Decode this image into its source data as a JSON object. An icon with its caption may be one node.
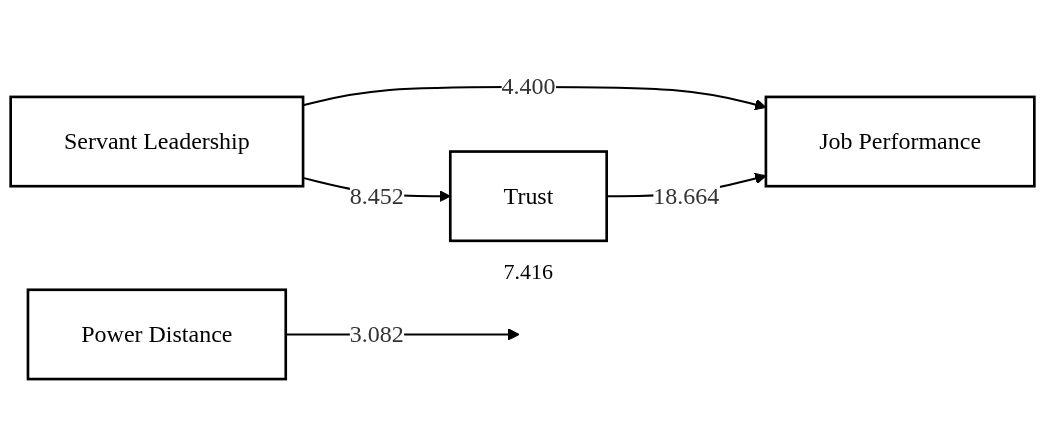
{
  "diagram": {
    "nodes": [
      {
        "text": [
          "Servant Leadership"
        ]
      },
      {
        "text": [
          "Job Performance"
        ]
      },
      {
        "text": [
          "Power Distance"
        ]
      },
      {
        "text": [
          "Trust"
        ]
      }
    ],
    "labels": [
      "7.416"
    ],
    "edges": [
      {
        "from": 0,
        "to": 1,
        "arrow": "to",
        "label": "4.400"
      },
      {
        "from": 0,
        "to": 3,
        "arrow": "to",
        "label": "8.452"
      },
      {
        "from": 2,
        "to": null,
        "arrow": "to",
        "label": "3.082"
      },
      {
        "from": 3,
        "to": 1,
        "arrow": "to",
        "label": "18.664"
      }
    ]
  }
}
